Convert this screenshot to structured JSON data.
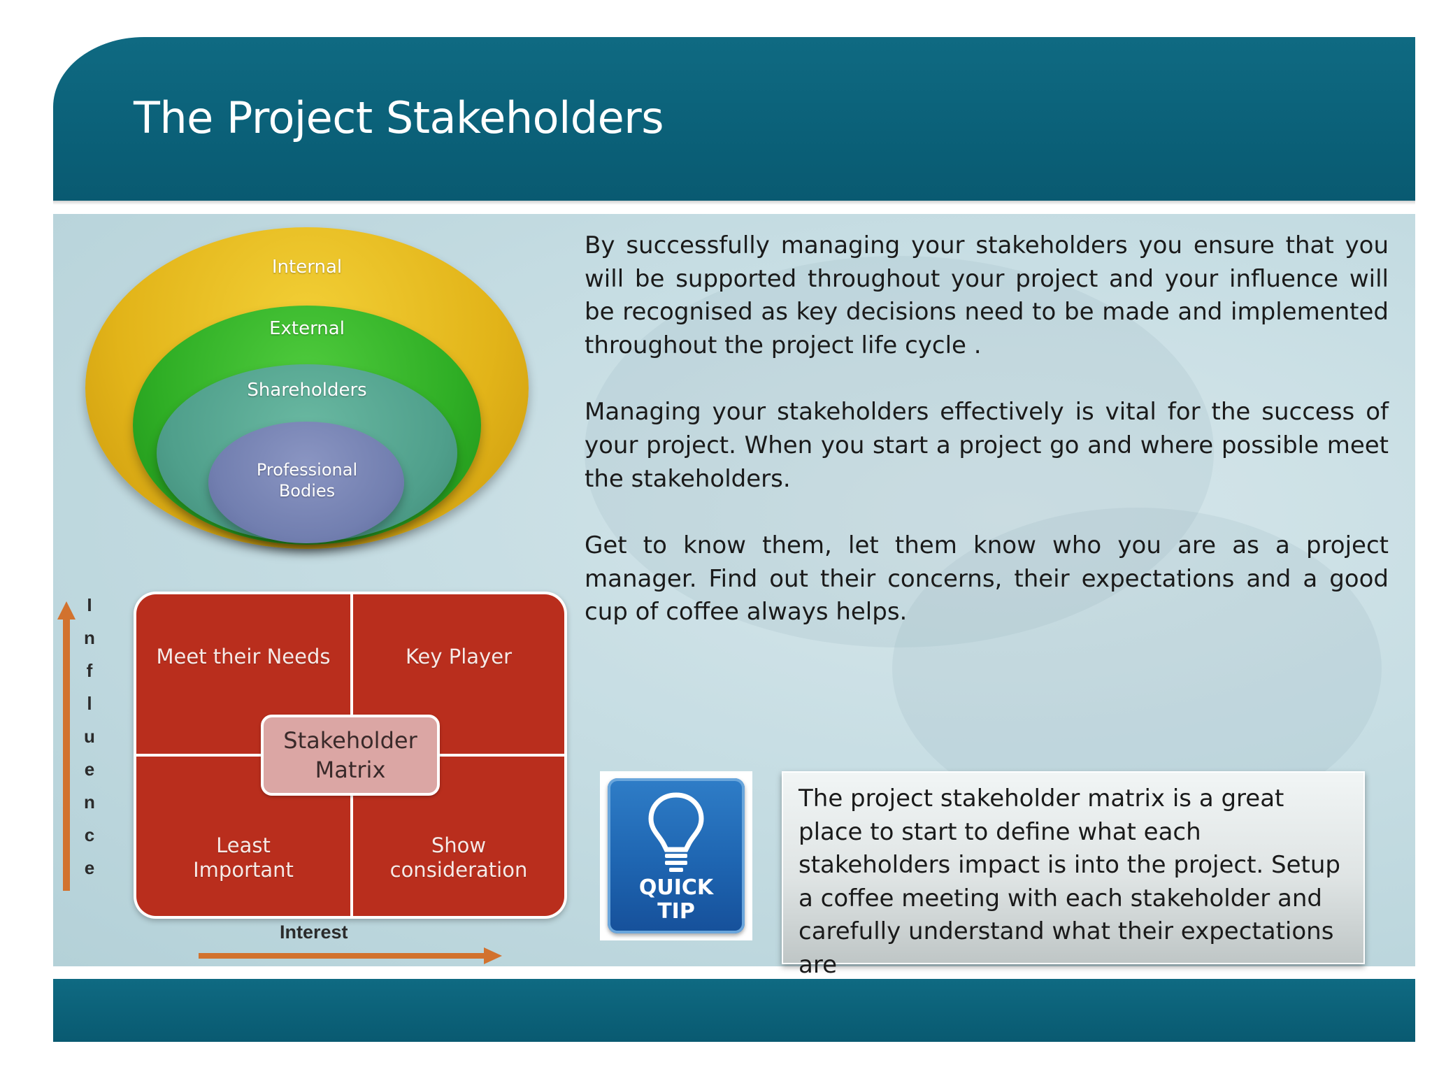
{
  "slide": {
    "title": "The Project Stakeholders"
  },
  "colors": {
    "header": "#0b6179",
    "panel": "#c6dde3",
    "matrix_red": "#b92e1d",
    "ring_internal": "#e2b419",
    "ring_external": "#2fae25",
    "ring_shareholders": "#4f9f8b",
    "ring_professional": "#727fb0",
    "arrow": "#d2722e",
    "tip_blue": "#1e65b1"
  },
  "stakeholder_rings": {
    "internal": "Internal",
    "external": "External",
    "shareholders": "Shareholders",
    "professional_line1": "Professional",
    "professional_line2": "Bodies"
  },
  "matrix": {
    "top_left": "Meet their Needs",
    "top_right": "Key Player",
    "bottom_left_line1": "Least",
    "bottom_left_line2": "Important",
    "bottom_right_line1": "Show",
    "bottom_right_line2": "consideration",
    "center_line1": "Stakeholder",
    "center_line2": "Matrix",
    "y_axis_letters": [
      "I",
      "n",
      "f",
      "l",
      "u",
      "e",
      "n",
      "c",
      "e"
    ],
    "x_axis_label": "Interest"
  },
  "body": {
    "paragraph1": "By successfully managing your stakeholders you  ensure that you will be supported throughout your project and your influence will be recognised as key decisions need to be made and implemented throughout the project life cycle .",
    "paragraph2": "Managing your stakeholders effectively is vital for the success of your project. When you start a project go and where possible meet the stakeholders.",
    "paragraph3": "Get to know them, let them know who you are as a project manager. Find out their concerns, their expectations and a good cup of coffee always helps."
  },
  "quick_tip": {
    "badge_line1": "QUICK",
    "badge_line2": "TIP",
    "text": "The project stakeholder matrix is a great place to start to define what each stakeholders impact is into the project.  Setup a coffee meeting with each stakeholder and carefully understand what their expectations are",
    "icon": "lightbulb-icon"
  }
}
